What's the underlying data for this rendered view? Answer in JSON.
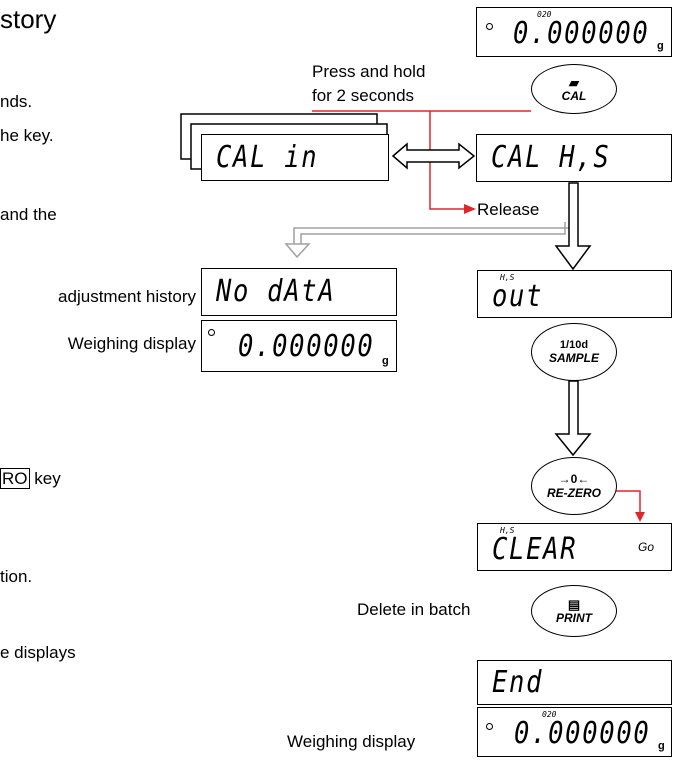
{
  "left_text": {
    "title_fragment": "story",
    "line1": "nds.",
    "line2": "he key.",
    "line3": "and the",
    "line4_boxed": "RO",
    "line4_rest": "key",
    "line5": "tion.",
    "line6": "e displays"
  },
  "labels": {
    "press_hold_1": "Press and hold",
    "press_hold_2": "for 2 seconds",
    "release": "Release",
    "no_history": "adjustment history",
    "weighing_display_1": "Weighing display",
    "delete_batch": "Delete in batch",
    "weighing_display_2": "Weighing display"
  },
  "displays": {
    "top": {
      "small": "020",
      "main": "0.000000",
      "unit": "g"
    },
    "cal_in": {
      "main": "CAL in"
    },
    "cal_his": {
      "main": "CAL H,S"
    },
    "no_data": {
      "main": "No dAtA"
    },
    "weigh_mid": {
      "main": "0.000000",
      "unit": "g"
    },
    "his_out": {
      "small": "H,S",
      "main": "out"
    },
    "clear": {
      "small": "H,S",
      "main": "CLEAR",
      "side": "Go"
    },
    "end": {
      "main": "End"
    },
    "bottom": {
      "small": "020",
      "main": "0.000000",
      "unit": "g"
    }
  },
  "keys": {
    "cal": {
      "icon": "▰",
      "label": "CAL"
    },
    "sample": {
      "top": "1/10d",
      "label": "SAMPLE"
    },
    "rezero": {
      "top": "→0←",
      "label": "RE-ZERO"
    },
    "print": {
      "icon": "▤",
      "label": "PRINT"
    }
  },
  "colors": {
    "arrow_red": "#e0252b",
    "arrow_grey": "#a0a0a0"
  }
}
